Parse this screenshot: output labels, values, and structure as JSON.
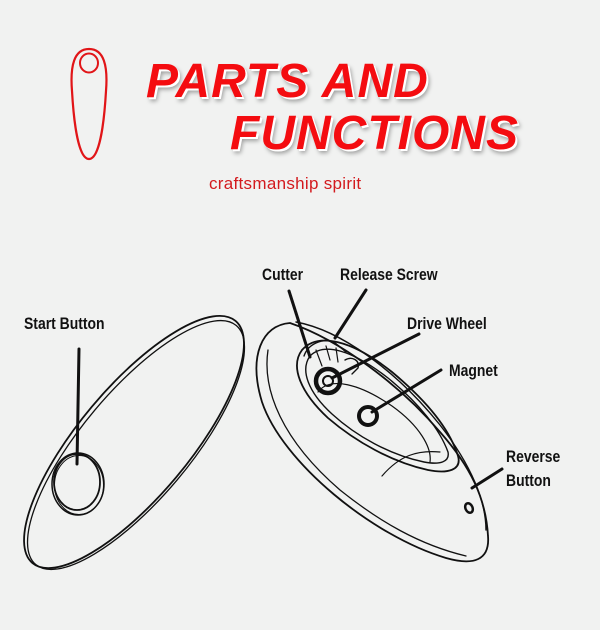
{
  "header": {
    "title_line1": "PARTS AND",
    "title_line2": "FUNCTIONS",
    "subtitle": "craftsmanship spirit",
    "logo_icon": "oval-device-outline-icon"
  },
  "colors": {
    "brand_red": "#f40c10",
    "subtitle_red": "#d31a1e",
    "line": "#111111",
    "background": "#f1f2f1"
  },
  "labels": {
    "start_button": "Start Button",
    "cutter": "Cutter",
    "release_screw": "Release Screw",
    "drive_wheel": "Drive Wheel",
    "magnet": "Magnet",
    "reverse_button_line1": "Reverse",
    "reverse_button_line2": "Button"
  }
}
